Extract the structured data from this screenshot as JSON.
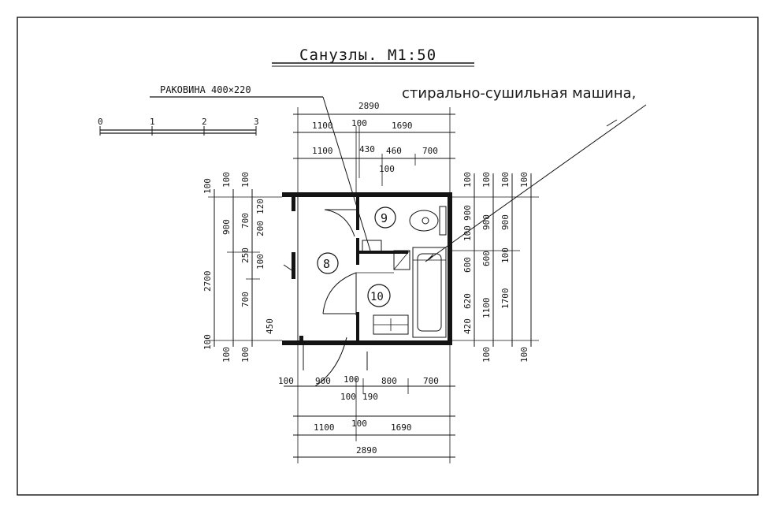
{
  "title": "Санузлы. М1:50",
  "labels": {
    "sink": "РАКОВИНА 400×220",
    "washer": "стирально-сушильная машина,"
  },
  "scale_bar": [
    "0",
    "1",
    "2",
    "3"
  ],
  "rooms": [
    "9",
    "8",
    "10"
  ],
  "dims": {
    "top_total": "2890",
    "top_1100": "1100",
    "top_100": "100",
    "top_1690": "1690",
    "top2_1100": "1100",
    "top2_430": "430",
    "top2_460": "460",
    "top2_700": "700",
    "top3_100": "100",
    "left_total": "2700",
    "left_100a": "100",
    "left_100b": "100",
    "left_100c": "100",
    "left_900": "900",
    "left_700": "700",
    "left_120": "120",
    "left_200": "200",
    "left_250": "250",
    "left_100d": "100",
    "left_700b": "700",
    "left_450": "450",
    "left_100e": "100",
    "left_100f": "100",
    "left_100g": "100",
    "right_100a": "100",
    "right_100b": "100",
    "right_100c": "100",
    "right_100d": "100",
    "right_900": "900",
    "right_900b": "900",
    "right_900c": "900",
    "right_100e": "100",
    "right_600": "600",
    "right_600b": "600",
    "right_100f": "100",
    "right_620": "620",
    "right_1100": "1100",
    "right_1700": "1700",
    "right_420": "420",
    "right_100g": "100",
    "right_100h": "100",
    "bot_100": "100",
    "bot_900": "900",
    "bot_100b": "100",
    "bot_800": "800",
    "bot_700": "700",
    "bot_100c": "100",
    "bot_190": "190",
    "bot2_1100": "1100",
    "bot2_100": "100",
    "bot2_1690": "1690",
    "bot_total": "2890"
  }
}
